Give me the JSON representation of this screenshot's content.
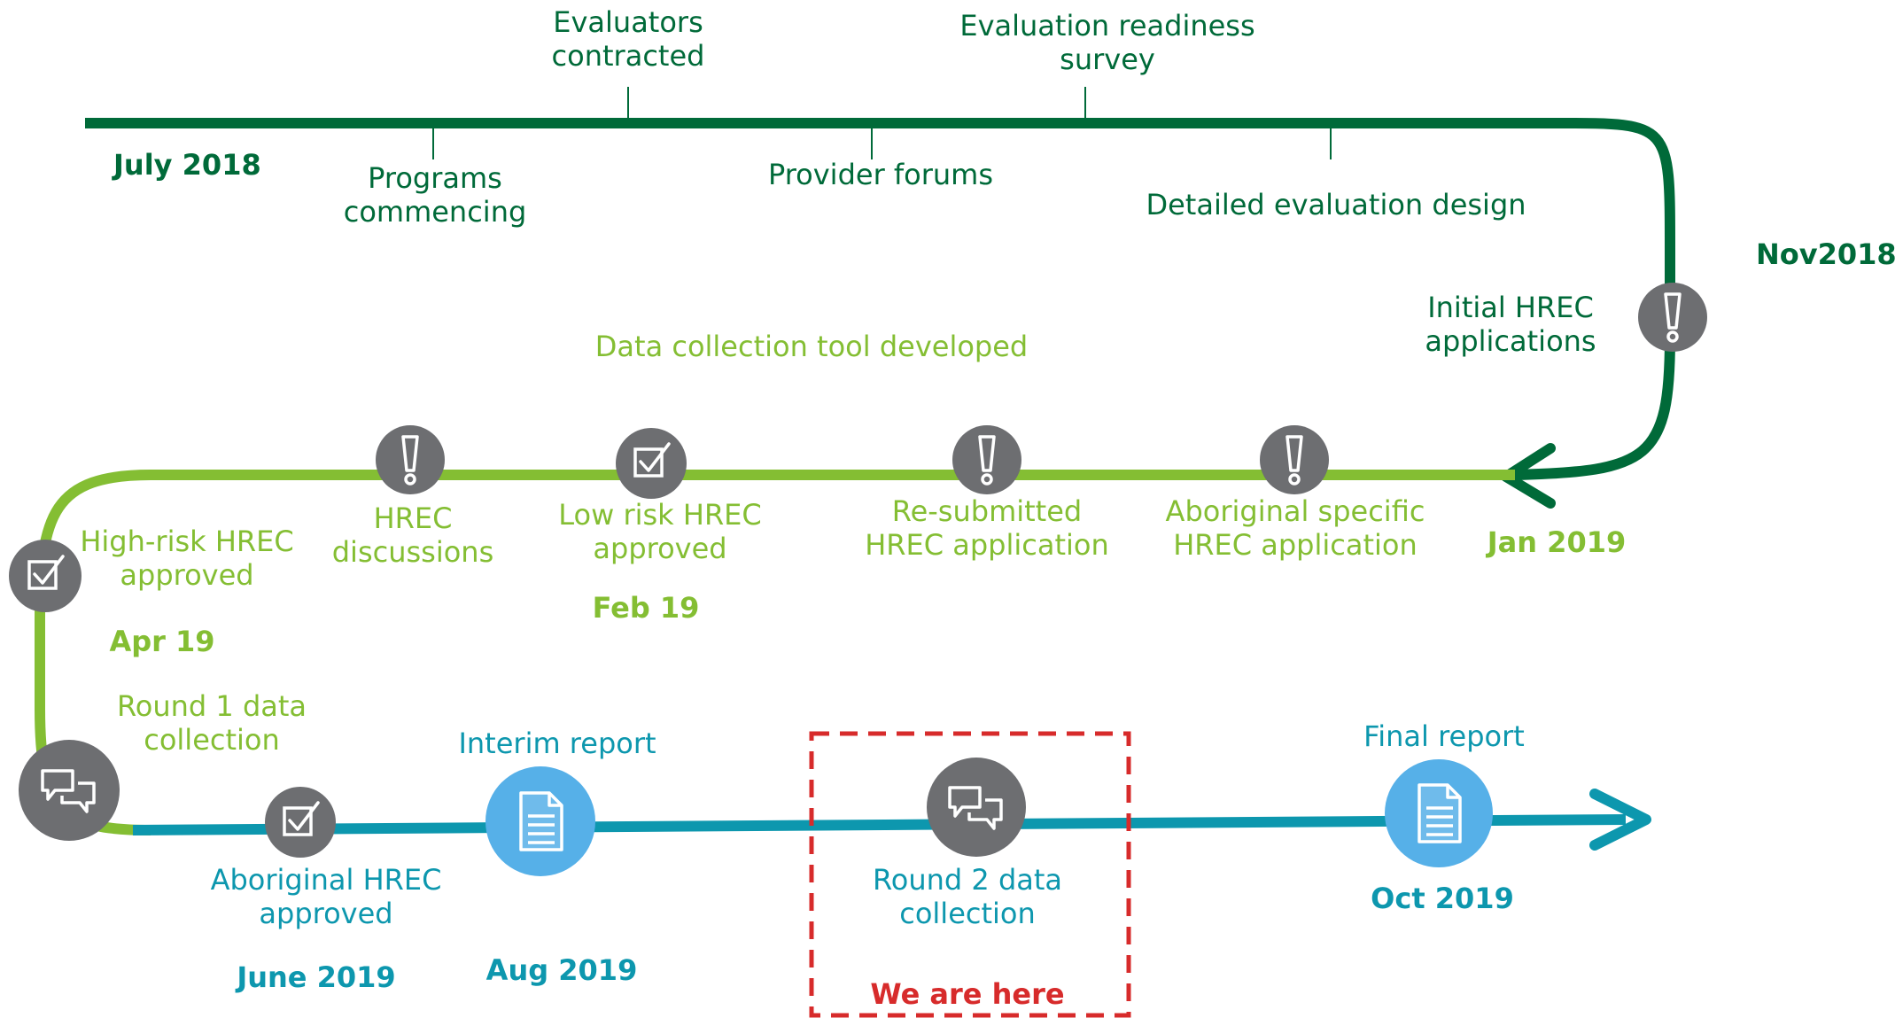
{
  "colors": {
    "dark_green": "#006a39",
    "light_green": "#84be33",
    "teal": "#0d97ae",
    "grey_icon": "#6d6e71",
    "blue_icon": "#56b0e8",
    "red": "#d72b2b"
  },
  "row1": {
    "dates": {
      "start": "July 2018",
      "turn": "Nov2018"
    },
    "above": {
      "evaluators": [
        "Evaluators",
        "contracted"
      ],
      "readiness": [
        "Evaluation readiness",
        "survey"
      ]
    },
    "below": {
      "programs": [
        "Programs",
        "commencing"
      ],
      "forums": "Provider forums",
      "design": "Detailed evaluation design"
    },
    "initial_hrec": [
      "Initial HREC",
      "applications"
    ]
  },
  "row2": {
    "tool": "Data collection tool developed",
    "dates": {
      "jan": "Jan 2019",
      "feb": "Feb 19",
      "apr": "Apr 19"
    },
    "milestones": {
      "hrec_discussions": [
        "HREC",
        "discussions"
      ],
      "low_risk": [
        "Low risk HREC",
        "approved"
      ],
      "resubmitted": [
        "Re-submitted",
        "HREC application"
      ],
      "aboriginal_specific": [
        "Aboriginal specific",
        "HREC application"
      ],
      "high_risk": [
        "High-risk HREC",
        "approved"
      ]
    }
  },
  "row3": {
    "round1": [
      "Round 1 data",
      "collection"
    ],
    "aboriginal_approved": [
      "Aboriginal HREC",
      "approved"
    ],
    "interim": "Interim report",
    "round2": [
      "Round 2 data",
      "collection"
    ],
    "final": "Final report",
    "dates": {
      "june": "June 2019",
      "aug": "Aug 2019",
      "oct": "Oct 2019"
    },
    "we_are_here": "We are here"
  },
  "icons": {
    "initial_hrec": "exclamation-icon",
    "hrec_discussions": "exclamation-icon",
    "low_risk": "checkbox-icon",
    "resubmitted": "exclamation-icon",
    "aboriginal_specific": "exclamation-icon",
    "high_risk": "checkbox-icon",
    "round1": "chat-bubbles-icon",
    "aboriginal_approved": "checkbox-icon",
    "interim": "document-icon",
    "round2": "chat-bubbles-icon",
    "final": "document-icon"
  }
}
